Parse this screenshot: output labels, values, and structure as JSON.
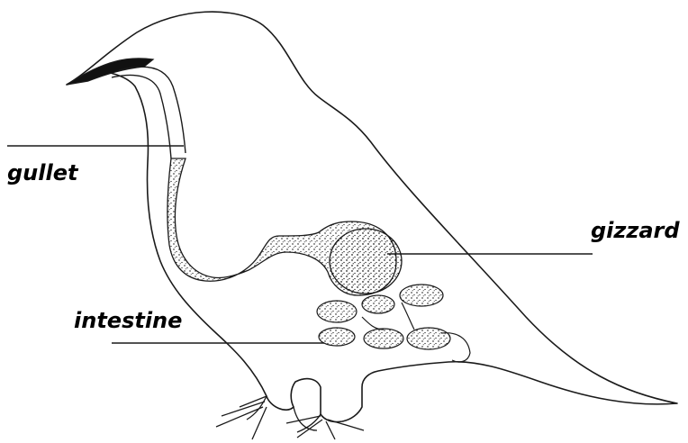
{
  "labels": {
    "gullet": "gullet",
    "gizzard": "gizzard",
    "intestine": "intestine"
  },
  "colors": {
    "line": "#1a1a1a",
    "stipple": "#000000",
    "background": "#ffffff"
  }
}
